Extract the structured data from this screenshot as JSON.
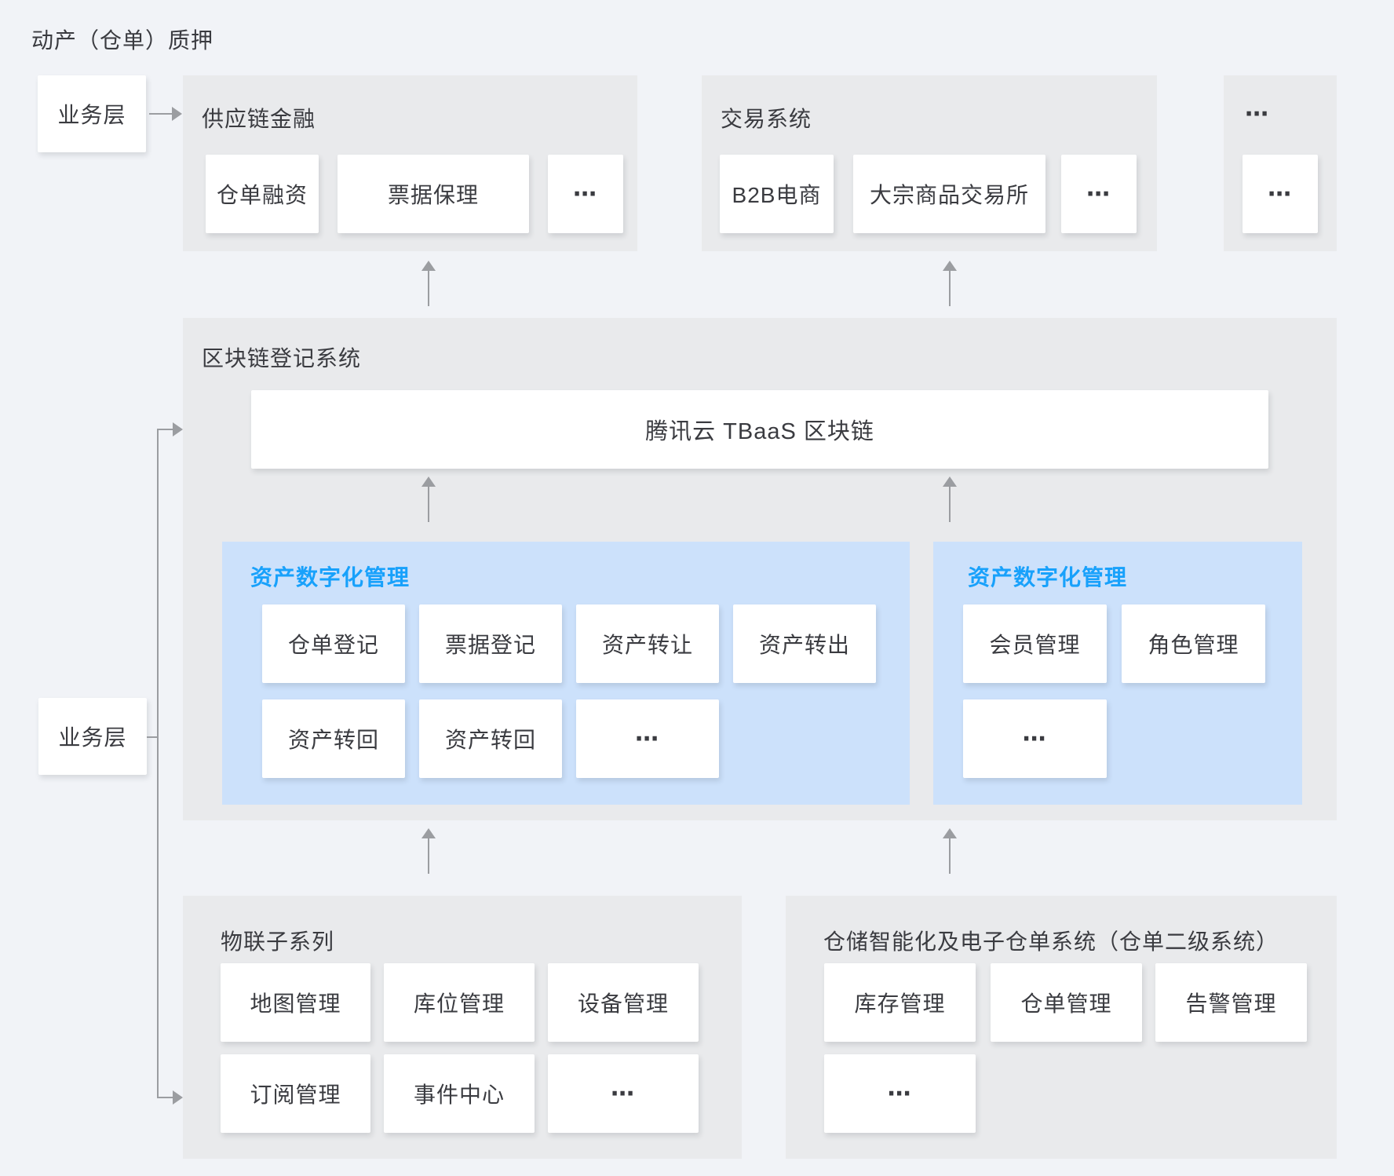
{
  "title": "动产（仓单）质押",
  "colors": {
    "background": "#f1f3f7",
    "group_fill": "#e9eaec",
    "panel_blue_fill": "#cce1fb",
    "accent_blue_text": "#18a1fb",
    "dark_text": "#3a3b40",
    "arrow_gray": "#9b9da1",
    "card_white": "#ffffff"
  },
  "business_layer_top": {
    "label": "业务层"
  },
  "business_layer_mid": {
    "label": "业务层"
  },
  "top_groups": [
    {
      "title": "供应链金融",
      "items": [
        "仓单融资",
        "票据保理",
        "⋯"
      ]
    },
    {
      "title": "交易系统",
      "items": [
        "B2B电商",
        "大宗商品交易所",
        "⋯"
      ]
    },
    {
      "title": "⋯",
      "items": [
        "⋯"
      ]
    }
  ],
  "blockchain": {
    "title": "区块链登记系统",
    "bar_label": "腾讯云 TBaaS 区块链",
    "panels": [
      {
        "title": "资产数字化管理",
        "rows": [
          [
            "仓单登记",
            "票据登记",
            "资产转让",
            "资产转出"
          ],
          [
            "资产转回",
            "资产转回",
            "⋯"
          ]
        ]
      },
      {
        "title": "资产数字化管理",
        "rows": [
          [
            "会员管理",
            "角色管理"
          ],
          [
            "⋯"
          ]
        ]
      }
    ]
  },
  "bottom_groups": [
    {
      "title": "物联子系列",
      "rows": [
        [
          "地图管理",
          "库位管理",
          "设备管理"
        ],
        [
          "订阅管理",
          "事件中心",
          "⋯"
        ]
      ]
    },
    {
      "title": "仓储智能化及电子仓单系统（仓单二级系统）",
      "rows": [
        [
          "库存管理",
          "仓单管理",
          "告警管理"
        ],
        [
          "⋯"
        ]
      ]
    }
  ]
}
